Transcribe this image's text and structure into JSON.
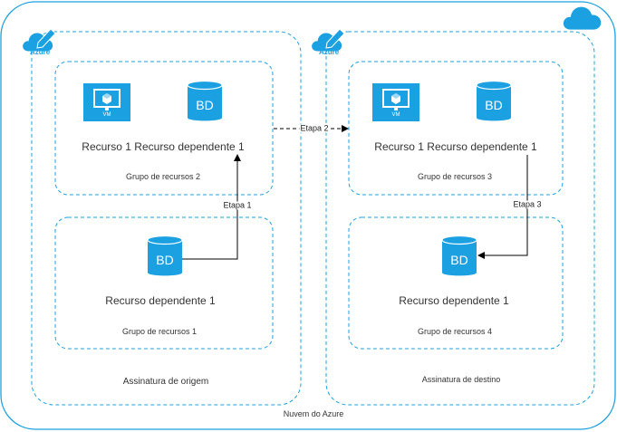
{
  "cloud": {
    "label": "Nuvem do Azure"
  },
  "azure_badge": "Azure",
  "source": {
    "subscription_label": "Assinatura de origem",
    "group_top": {
      "vm_tag": "VM",
      "db_tag": "BD",
      "resources_label": "Recurso 1 Recurso dependente 1",
      "group_label": "Grupo de recursos 2"
    },
    "group_bottom": {
      "db_tag": "BD",
      "resource_label": "Recurso dependente 1",
      "group_label": "Grupo de recursos 1"
    }
  },
  "target": {
    "subscription_label": "Assinatura de destino",
    "group_top": {
      "vm_tag": "VM",
      "db_tag": "BD",
      "resources_label": "Recurso 1 Recurso dependente 1",
      "group_label": "Grupo de recursos 3"
    },
    "group_bottom": {
      "db_tag": "BD",
      "resource_label": "Recurso dependente 1",
      "group_label": "Grupo de recursos 4"
    }
  },
  "steps": {
    "step1": "Etapa 1",
    "step2": "Etapa 2",
    "step3": "Etapa 3"
  },
  "colors": {
    "accent": "#1BA1E2",
    "border": "#1BA1E2",
    "arrow": "#000000"
  }
}
